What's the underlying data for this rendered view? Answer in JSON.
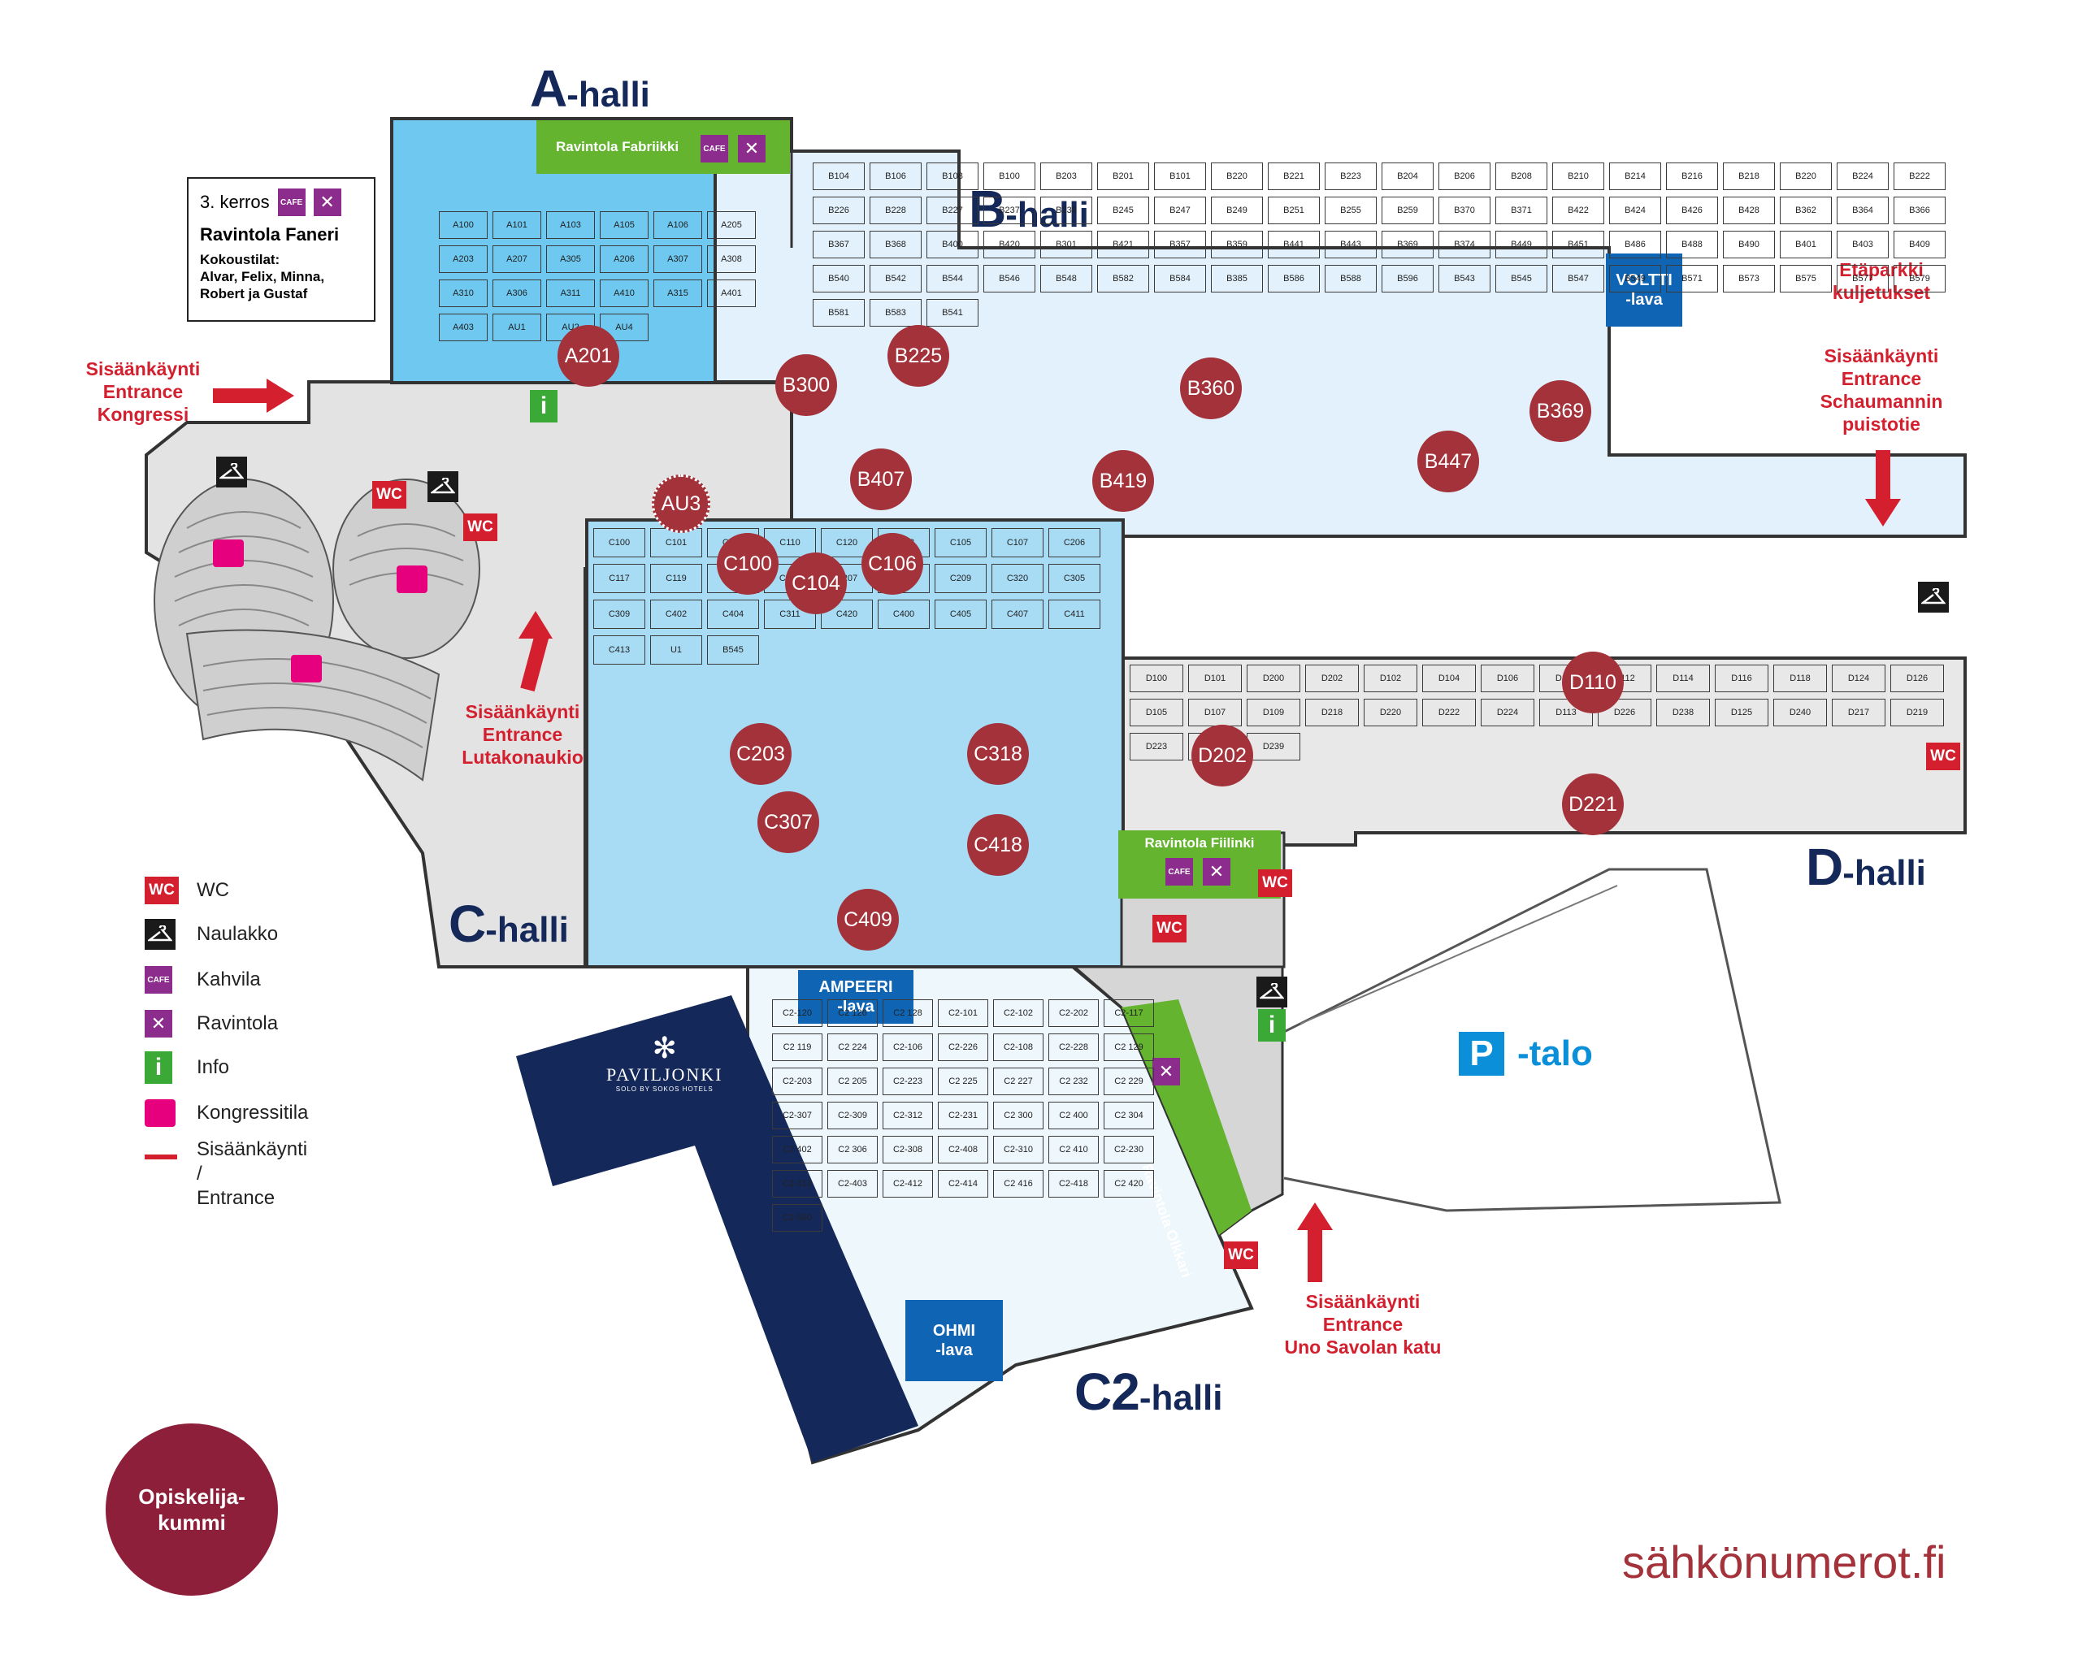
{
  "colors": {
    "hall_blue": "#6ec8f0",
    "hall_light": "#e2f1fb",
    "hall_grey": "#e3e3e3",
    "dark_grey": "#c6c6c6",
    "navy": "#14285a",
    "booth_circle": "#a3323a",
    "green": "#64b430",
    "wc_red": "#d31f2e",
    "purple": "#8c2c8c",
    "stage_blue": "#0f64b4",
    "text_red": "#d31f2e"
  },
  "halls": {
    "a": {
      "letter": "A",
      "suffix": "-halli"
    },
    "b": {
      "letter": "B",
      "suffix": "-halli"
    },
    "c": {
      "letter": "C",
      "suffix": "-halli"
    },
    "d": {
      "letter": "D",
      "suffix": "-halli"
    },
    "c2": {
      "letter": "C2",
      "suffix": "-halli"
    },
    "p": {
      "letter": "P",
      "suffix": "-talo"
    }
  },
  "stages": {
    "voltti": "VOLTTI\n-lava",
    "ampeeri": "AMPEERI\n-lava",
    "ohmi": "OHMI\n-lava"
  },
  "restaurants": {
    "fabriikki": "Ravintola Fabriikki",
    "fiilinki": "Ravintola Fiilinki",
    "olkkari": "Ravintola Olkkari"
  },
  "paviljonki": {
    "name": "PAVILJONKI",
    "sub": "SOLO BY SOKOS HOTELS"
  },
  "info_box": {
    "floor": "3. kerros",
    "name": "Ravintola Faneri",
    "meeting_label": "Kokoustilat:",
    "meeting_rooms": "Alvar, Felix, Minna,\nRobert ja Gustaf"
  },
  "entrances": {
    "kongressi": "Sisäänkäynti\nEntrance\nKongressi",
    "lutakonaukio": "Sisäänkäynti\nEntrance\nLutakonaukio",
    "uno": "Sisäänkäynti\nEntrance\nUno Savolan katu",
    "schaumann": "Sisäänkäynti\nEntrance\nSchaumannin\npuistotie",
    "etaparkki": "Etäparkki\nkuljetukset"
  },
  "icons": {
    "wc": "WC",
    "cafe": "CAFE",
    "info": "i",
    "restaurant": "fork-knife-icon",
    "hanger": "hanger-icon",
    "congress": "congress-hall-icon"
  },
  "legend": [
    {
      "icon": "wc",
      "label": "WC"
    },
    {
      "icon": "hanger",
      "label": "Naulakko"
    },
    {
      "icon": "cafe",
      "label": "Kahvila"
    },
    {
      "icon": "restaurant",
      "label": "Ravintola"
    },
    {
      "icon": "info",
      "label": "Info"
    },
    {
      "icon": "congress",
      "label": "Kongressitila"
    },
    {
      "icon": "arrow",
      "label": "Sisäänkäynti /\nEntrance"
    }
  ],
  "kummi": "Opiskelija-\nkummi",
  "site": "sähkönumerot.fi",
  "highlighted_booths": [
    "A201",
    "B225",
    "B300",
    "B407",
    "B360",
    "B369",
    "B419",
    "B447",
    "AU3",
    "C100",
    "C104",
    "C106",
    "C203",
    "C318",
    "C307",
    "C418",
    "C409",
    "D110",
    "D202",
    "D221"
  ],
  "booth_labels": {
    "a": [
      "A100",
      "A101",
      "A103",
      "A105",
      "A106",
      "A205",
      "A203",
      "A207",
      "A305",
      "A206",
      "A307",
      "A308",
      "A310",
      "A306",
      "A311",
      "A410",
      "A315",
      "A401",
      "A403",
      "AU1",
      "AU2",
      "AU4"
    ],
    "b": [
      "B104",
      "B106",
      "B108",
      "B100",
      "B203",
      "B201",
      "B101",
      "B220",
      "B221",
      "B223",
      "B204",
      "B206",
      "B208",
      "B210",
      "B214",
      "B216",
      "B218",
      "B220",
      "B224",
      "B222",
      "B226",
      "B228",
      "B227",
      "B237",
      "B239",
      "B245",
      "B247",
      "B249",
      "B251",
      "B255",
      "B259",
      "B370",
      "B371",
      "B422",
      "B424",
      "B426",
      "B428",
      "B362",
      "B364",
      "B366",
      "B367",
      "B368",
      "B400",
      "B420",
      "B301",
      "B421",
      "B357",
      "B359",
      "B441",
      "B443",
      "B369",
      "B374",
      "B449",
      "B451",
      "B486",
      "B488",
      "B490",
      "B401",
      "B403",
      "B409",
      "B540",
      "B542",
      "B544",
      "B546",
      "B548",
      "B582",
      "B584",
      "B385",
      "B586",
      "B588",
      "B596",
      "B543",
      "B545",
      "B547",
      "B549",
      "B571",
      "B573",
      "B575",
      "B577",
      "B579",
      "B581",
      "B583",
      "B541"
    ],
    "c": [
      "C100",
      "C101",
      "C108",
      "C110",
      "C120",
      "C103",
      "C105",
      "C107",
      "C206",
      "C117",
      "C119",
      "C213",
      "C201",
      "C207",
      "C205",
      "C209",
      "C320",
      "C305",
      "C309",
      "C402",
      "C404",
      "C311",
      "C420",
      "C400",
      "C405",
      "C407",
      "C411",
      "C413",
      "U1",
      "B545"
    ],
    "d": [
      "D100",
      "D101",
      "D200",
      "D202",
      "D102",
      "D104",
      "D106",
      "D108",
      "D112",
      "D114",
      "D116",
      "D118",
      "D124",
      "D126",
      "D105",
      "D107",
      "D109",
      "D218",
      "D220",
      "D222",
      "D224",
      "D113",
      "D226",
      "D238",
      "D125",
      "D240",
      "D217",
      "D219",
      "D223",
      "D235",
      "D239"
    ],
    "c2": [
      "C2-120",
      "C2 126",
      "C2 128",
      "C2-101",
      "C2-102",
      "C2-202",
      "C2-117",
      "C2 119",
      "C2 224",
      "C2-106",
      "C2-226",
      "C2-108",
      "C2-228",
      "C2 129",
      "C2-203",
      "C2 205",
      "C2-223",
      "C2 225",
      "C2 227",
      "C2 232",
      "C2 229",
      "C2-307",
      "C2-309",
      "C2-312",
      "C2-231",
      "C2 300",
      "C2 400",
      "C2 304",
      "C2 402",
      "C2 306",
      "C2-308",
      "C2-408",
      "C2-310",
      "C2 410",
      "C2-230",
      "C2-313",
      "C2-403",
      "C2-412",
      "C2-414",
      "C2 416",
      "C2-418",
      "C2 420",
      "C2-500"
    ]
  }
}
